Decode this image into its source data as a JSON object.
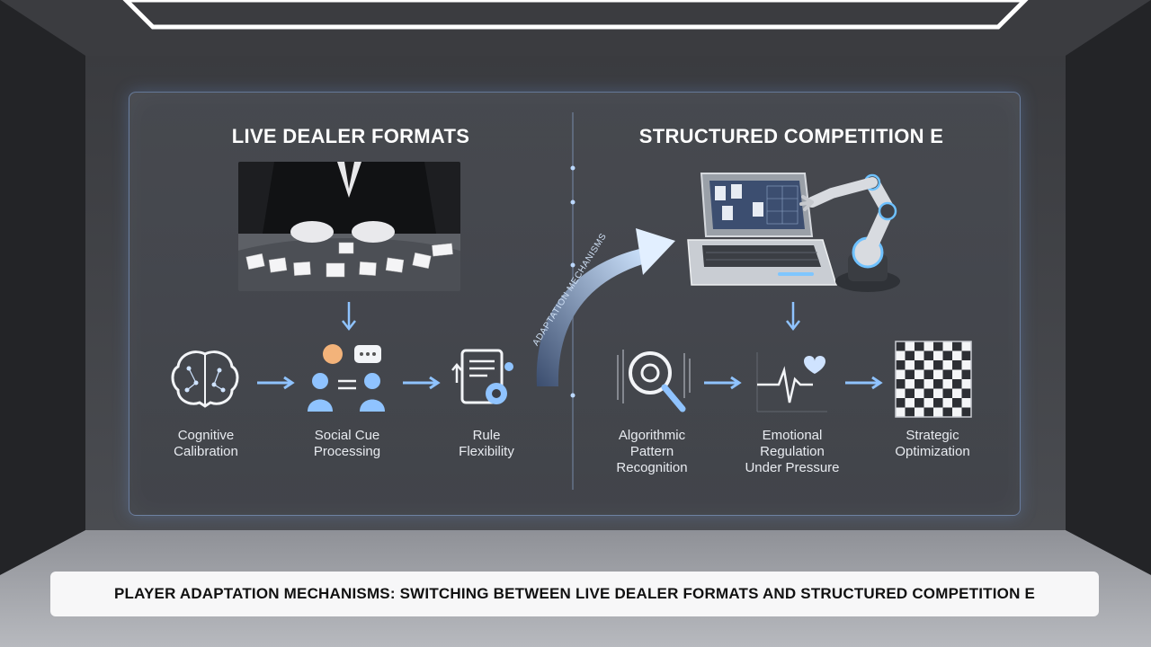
{
  "left": {
    "heading": "LIVE DEALER FORMATS",
    "steps": [
      {
        "label_line1": "Cognitive",
        "label_line2": "Calibration",
        "icon": "brain-icon"
      },
      {
        "label_line1": "Social Cue",
        "label_line2": "Processing",
        "icon": "social-cue-icon"
      },
      {
        "label_line1": "Rule",
        "label_line2": "Flexibility",
        "icon": "rule-document-gear-icon"
      }
    ]
  },
  "right": {
    "heading": "STRUCTURED COMPETITION E",
    "steps": [
      {
        "label_line1": "Algorithmic",
        "label_line2": "Pattern",
        "label_line3": "Recognition",
        "icon": "magnifier-gear-icon"
      },
      {
        "label_line1": "Emotional",
        "label_line2": "Regulation",
        "label_line3": "Under Pressure",
        "icon": "heart-rate-icon"
      },
      {
        "label_line1": "Strategic",
        "label_line2": "Optimization",
        "icon": "chessboard-icon"
      }
    ]
  },
  "transition": {
    "label": "ADAPTATION MECHANISMS"
  },
  "caption": "PLAYER ADAPTATION MECHANISMS: SWITCHING BETWEEN LIVE DEALER FORMATS AND STRUCTURED COMPETITION E",
  "colors": {
    "accent": "#8fc3ff",
    "panel_border": "#96beff",
    "caption_bg": "#f7f7f8"
  }
}
